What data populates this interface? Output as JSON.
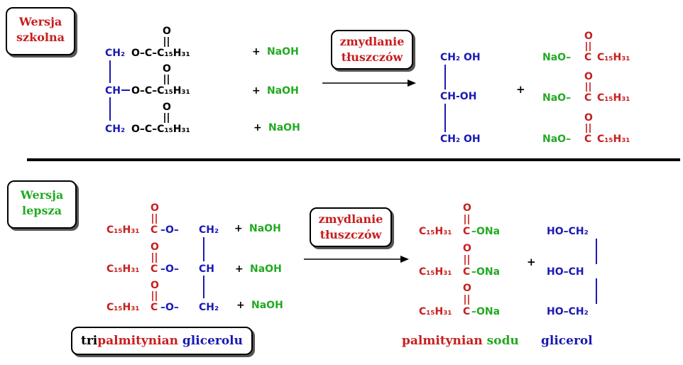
{
  "top": {
    "version_label": [
      "Wersja",
      "szkolna"
    ],
    "arrow_label": [
      "zmydlanie",
      "tłuszczów"
    ],
    "ester_rows": [
      {
        "glycerol": "CH₂",
        "ester": "O–C–C₁₅H₃₁",
        "carbonyl": "O",
        "plus": "+",
        "reagent": "NaOH"
      },
      {
        "glycerol": "CH",
        "ester": "O–C–C₁₅H₃₁",
        "carbonyl": "O",
        "plus": "+",
        "reagent": "NaOH"
      },
      {
        "glycerol": "CH₂",
        "ester": "O–C–C₁₅H₃₁",
        "carbonyl": "O",
        "plus": "+",
        "reagent": "NaOH"
      }
    ],
    "glycerol_rows": [
      "CH₂ OH",
      "CH-OH",
      "CH₂ OH"
    ],
    "plus": "+",
    "soap_rows": [
      {
        "na": "NaO–",
        "c": "C",
        "chain": "C₁₅H₃₁",
        "carbonyl": "O"
      },
      {
        "na": "NaO–",
        "c": "C",
        "chain": "C₁₅H₃₁",
        "carbonyl": "O"
      },
      {
        "na": "NaO–",
        "c": "C",
        "chain": "C₁₅H₃₁",
        "carbonyl": "O"
      }
    ]
  },
  "bottom": {
    "version_label": [
      "Wersja",
      "lepsza"
    ],
    "arrow_label": [
      "zmydlanie",
      "tłuszczów"
    ],
    "ester_rows": [
      {
        "chain": "C₁₅H₃₁",
        "c": "C",
        "link": "–O–",
        "glycerol": "CH₂",
        "carbonyl": "O",
        "plus": "+",
        "reagent": "NaOH"
      },
      {
        "chain": "C₁₅H₃₁",
        "c": "C",
        "link": "–O–",
        "glycerol": "CH",
        "carbonyl": "O",
        "plus": "+",
        "reagent": "NaOH"
      },
      {
        "chain": "C₁₅H₃₁",
        "c": "C",
        "link": "–O–",
        "glycerol": "CH₂",
        "carbonyl": "O",
        "plus": "+",
        "reagent": "NaOH"
      }
    ],
    "soap_rows": [
      {
        "chain": "C₁₅H₃₁",
        "c": "C",
        "ona": "–ONa",
        "carbonyl": "O"
      },
      {
        "chain": "C₁₅H₃₁",
        "c": "C",
        "ona": "–ONa",
        "carbonyl": "O"
      },
      {
        "chain": "C₁₅H₃₁",
        "c": "C",
        "ona": "–ONa",
        "carbonyl": "O"
      }
    ],
    "plus": "+",
    "glycerol_rows": [
      "HO–CH₂",
      "HO–CH",
      "HO–CH₂"
    ],
    "reactant_name": {
      "part1": "tri",
      "part2": "palmitynian",
      "part3": " glicerolu"
    },
    "product_names": {
      "soap_part1": "palmitynian",
      "soap_part2": " sodu",
      "glycerol": "glicerol"
    }
  },
  "colors": {
    "red": "#c81e1e",
    "green": "#22aa22",
    "blue": "#1a1ab4",
    "black": "#000000"
  }
}
